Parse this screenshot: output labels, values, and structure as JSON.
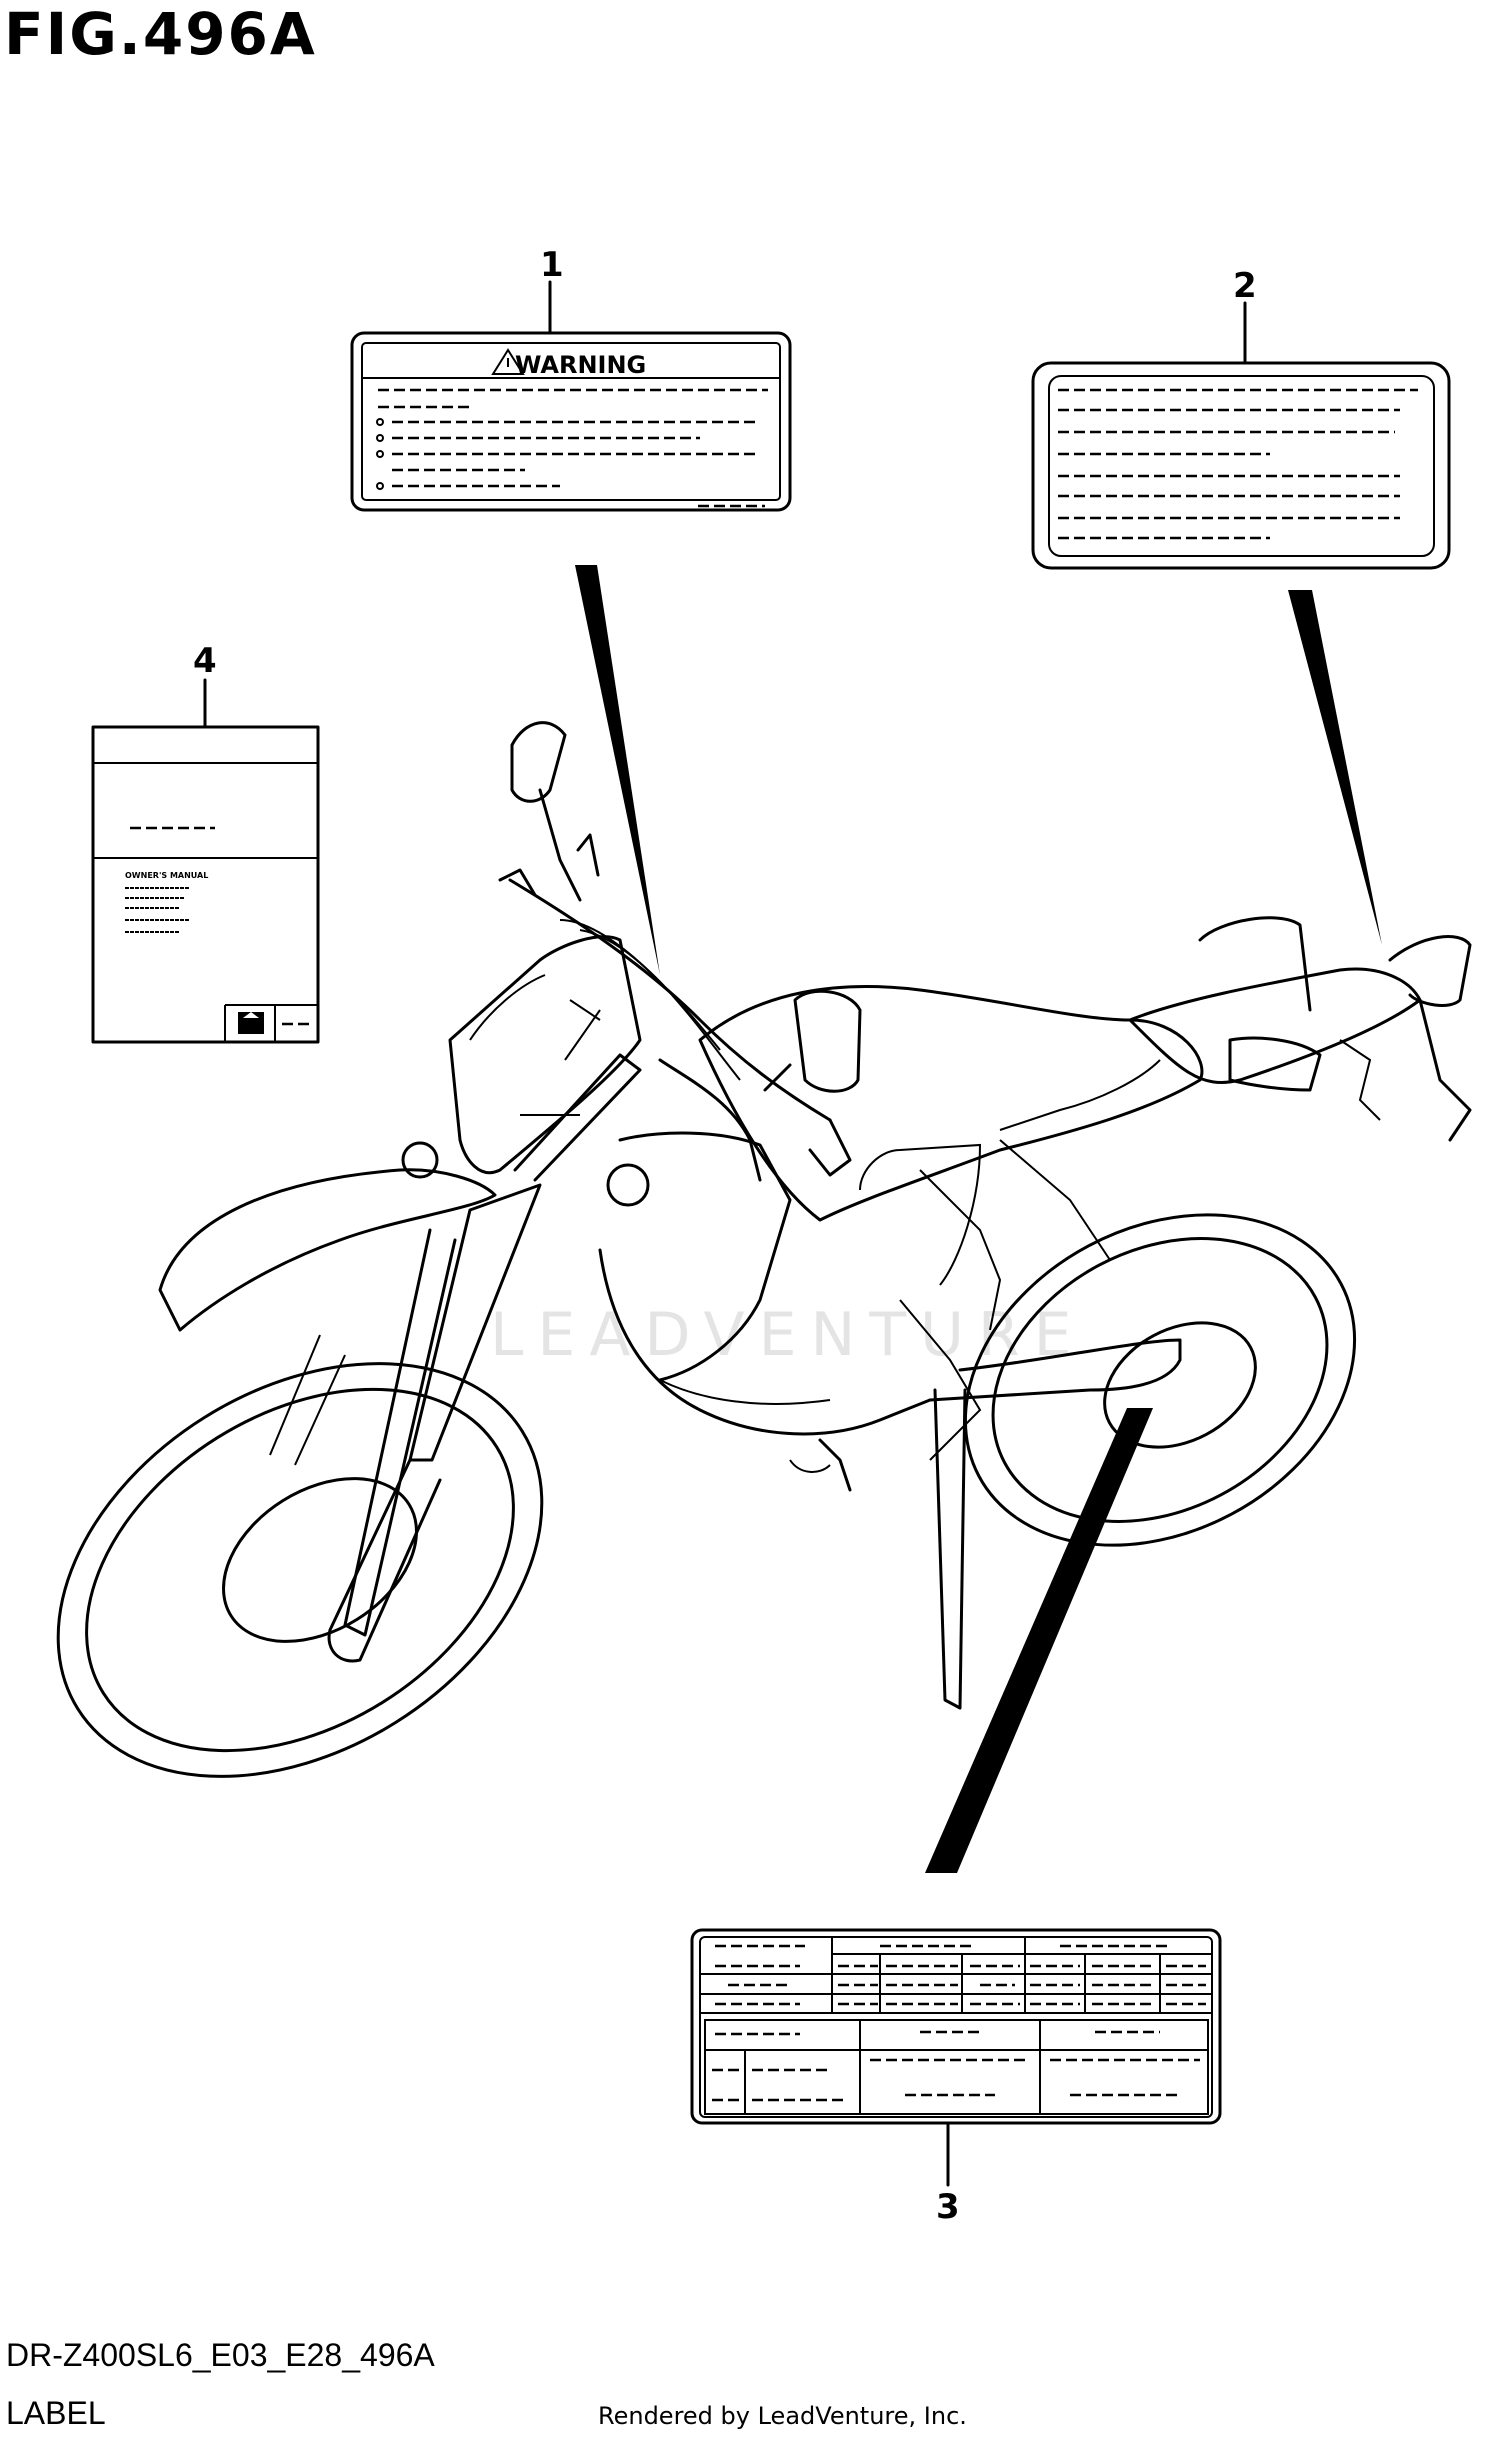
{
  "figure": {
    "title": "FIG.496A"
  },
  "callouts": [
    "1",
    "2",
    "3",
    "4"
  ],
  "labels": {
    "warning_label": {
      "heading": "WARNING"
    },
    "owners_manual": {
      "heading": "OWNER'S MANUAL"
    }
  },
  "watermark": "LEADVENTURE",
  "footer": {
    "code": "DR-Z400SL6_E03_E28_496A",
    "name": "LABEL",
    "credit": "Rendered by LeadVenture, Inc."
  }
}
